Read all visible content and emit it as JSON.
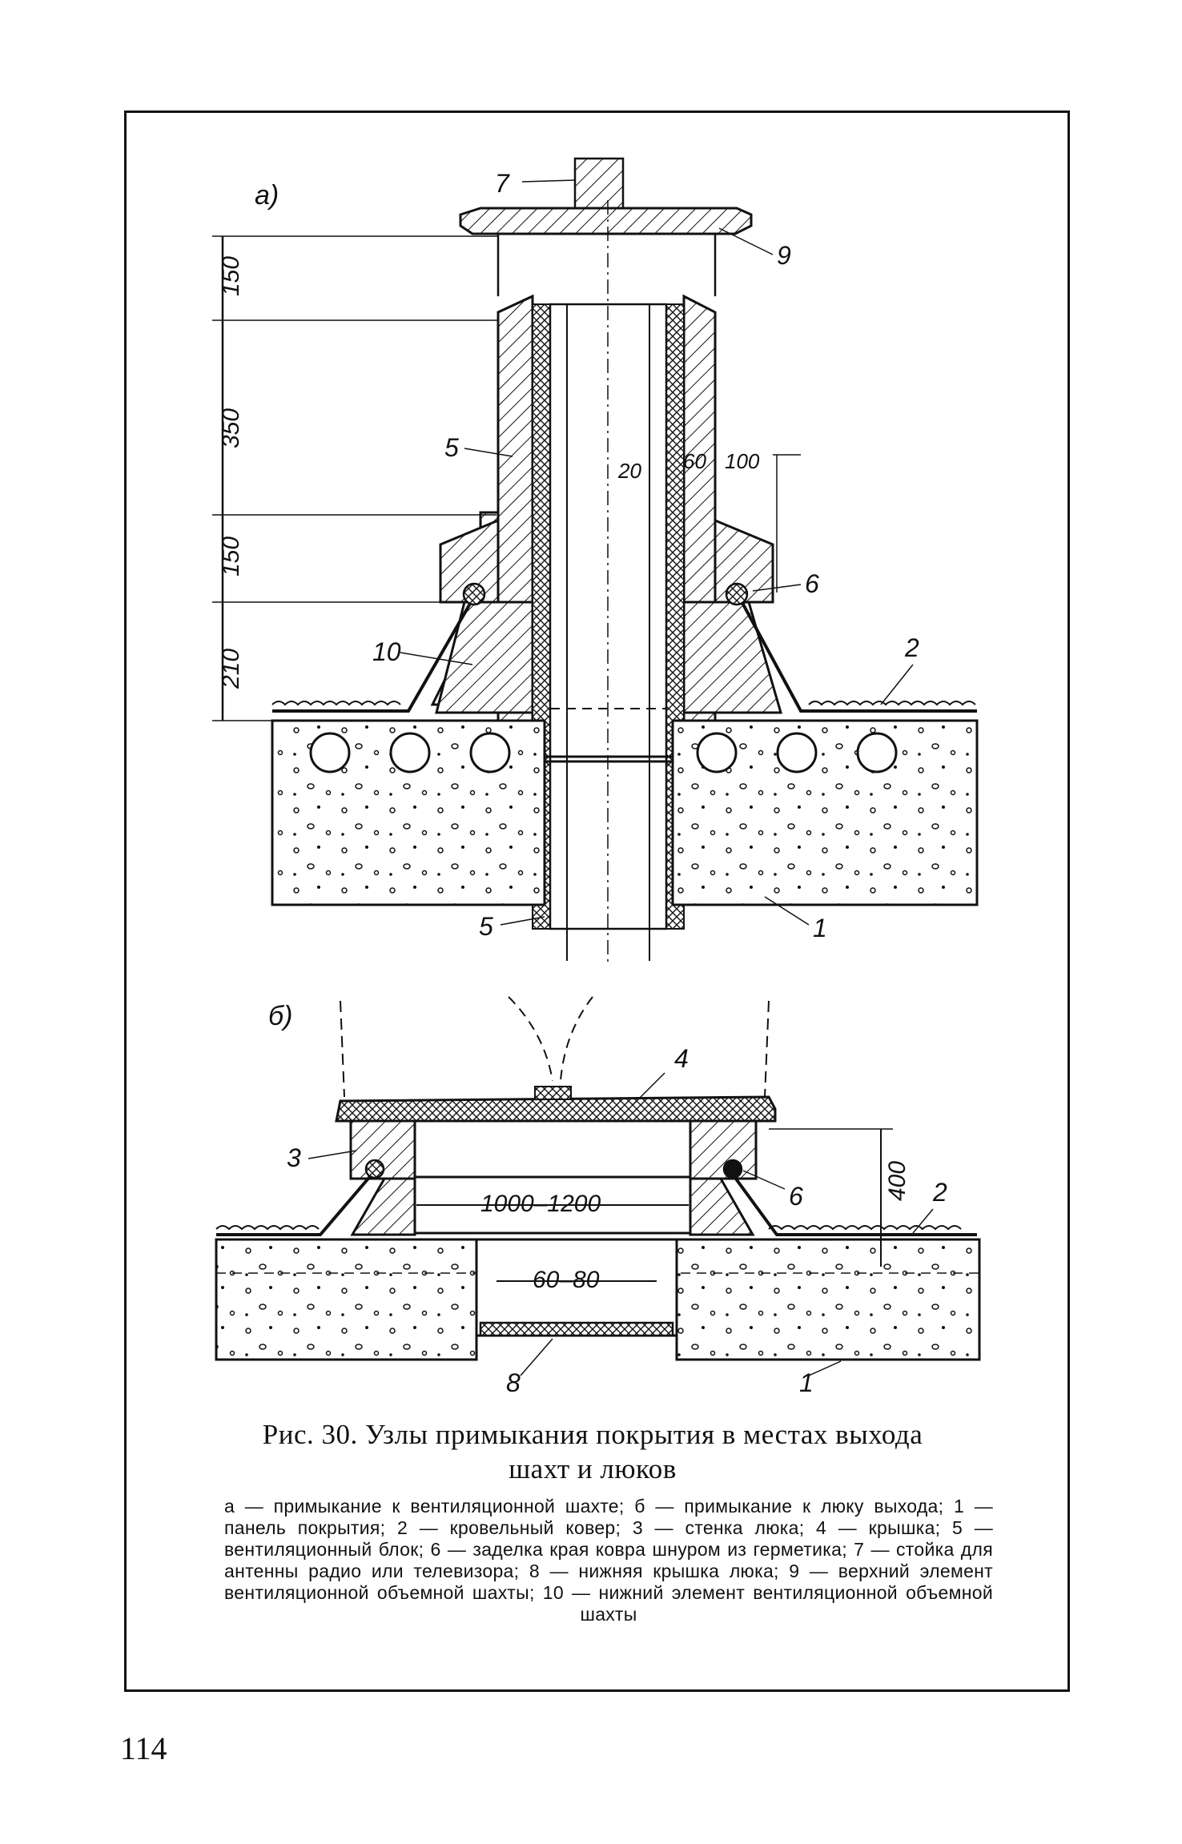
{
  "figure": {
    "panel_a_label": "а)",
    "panel_b_label": "б)",
    "panel_a": {
      "dims": [
        "150",
        "350",
        "150",
        "210"
      ],
      "dim_20": "20",
      "dim_60": "60",
      "dim_100": "100",
      "callouts": [
        "7",
        "9",
        "5",
        "6",
        "10",
        "2",
        "5",
        "1"
      ]
    },
    "panel_b": {
      "dim_width": "1000–1200",
      "dim_inner": "60–80",
      "dim_height": "400",
      "callouts": [
        "4",
        "3",
        "6",
        "2",
        "8",
        "1"
      ]
    }
  },
  "caption": {
    "title_line1": "Рис. 30. Узлы примыкания покрытия в местах выхода",
    "title_line2": "шахт и люков",
    "legend": "а — примыкание к вентиляционной шахте; б — примыкание к люку выхода; 1 — панель покрытия; 2 — кровельный ковер; 3 — стенка люка; 4 — крышка; 5 — вентиляционный блок; 6 — заделка края ковра шнуром из герметика; 7 — стойка для антенны радио или телевизора; 8 — нижняя крышка люка; 9 — верхний элемент вентиляционной объемной шахты; 10 — нижний элемент вентиляционной объемной шахты"
  },
  "page_number": "114"
}
